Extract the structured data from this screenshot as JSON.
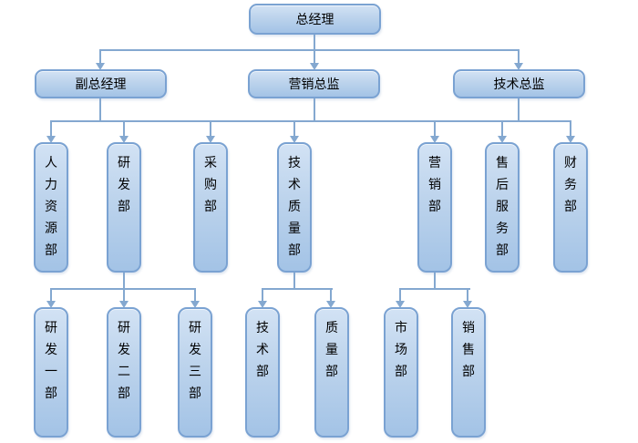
{
  "org_chart": {
    "type": "org-tree-diagram",
    "nodes": [
      {
        "id": "general-manager",
        "label": "总经理",
        "level": 1
      },
      {
        "id": "deputy-general-manager",
        "label": "副总经理",
        "level": 2
      },
      {
        "id": "marketing-director",
        "label": "营销总监",
        "level": 2
      },
      {
        "id": "technical-director",
        "label": "技术总监",
        "level": 2
      },
      {
        "id": "human-resources-dept",
        "label": "人力资源部",
        "level": 3
      },
      {
        "id": "rd-dept",
        "label": "研发部",
        "level": 3
      },
      {
        "id": "purchasing-dept",
        "label": "采购部",
        "level": 3
      },
      {
        "id": "tech-quality-dept",
        "label": "技术质量部",
        "level": 3
      },
      {
        "id": "marketing-dept",
        "label": "营销部",
        "level": 3
      },
      {
        "id": "after-sales-service-dept",
        "label": "售后服务部",
        "level": 3
      },
      {
        "id": "finance-dept",
        "label": "财务部",
        "level": 3
      },
      {
        "id": "rd-dept-1",
        "label": "研发一部",
        "level": 4
      },
      {
        "id": "rd-dept-2",
        "label": "研发二部",
        "level": 4
      },
      {
        "id": "rd-dept-3",
        "label": "研发三部",
        "level": 4
      },
      {
        "id": "technology-dept",
        "label": "技术部",
        "level": 4
      },
      {
        "id": "quality-dept",
        "label": "质量部",
        "level": 4
      },
      {
        "id": "market-dept",
        "label": "市场部",
        "level": 4
      },
      {
        "id": "sales-dept",
        "label": "销售部",
        "level": 4
      }
    ],
    "rails": [
      {
        "from": [
          "总经理"
        ],
        "to": [
          "副总经理",
          "营销总监",
          "技术总监"
        ]
      },
      {
        "from": [
          "副总经理",
          "营销总监",
          "技术总监"
        ],
        "to": [
          "人力资源部",
          "研发部",
          "采购部",
          "技术质量部",
          "营销部",
          "售后服务部",
          "财务部"
        ]
      },
      {
        "from": [
          "研发部"
        ],
        "to": [
          "研发一部",
          "研发二部",
          "研发三部"
        ]
      },
      {
        "from": [
          "技术质量部"
        ],
        "to": [
          "技术部",
          "质量部"
        ]
      },
      {
        "from": [
          "营销部"
        ],
        "to": [
          "市场部",
          "销售部"
        ]
      }
    ],
    "colors": {
      "node_fill_top": "#d2e2f4",
      "node_fill_bottom": "#a3c3e6",
      "node_border": "#7aa2d2",
      "connector": "#84a8d0",
      "text": "#000000",
      "background": "#ffffff"
    }
  }
}
